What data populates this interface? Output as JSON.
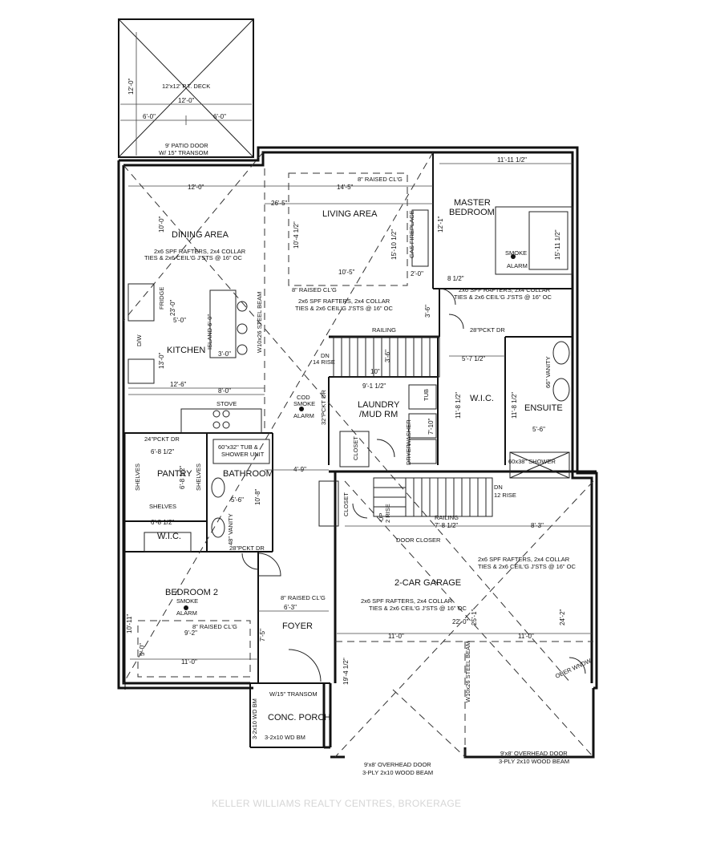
{
  "deck": {
    "label": "12'x12' P.T. DECK",
    "dims": [
      "12'-0\"",
      "12'-0\"",
      "6'-0\"",
      "6'-0\""
    ]
  },
  "patio_door": {
    "line1": "9' PATIO DOOR",
    "line2": "W/ 15\" TRANSOM"
  },
  "rooms": {
    "living": "LIVING AREA",
    "master_1": "MASTER",
    "master_2": "BEDROOM",
    "dining": "DINING AREA",
    "kitchen": "KITCHEN",
    "laundry_1": "LAUNDRY",
    "laundry_2": "/MUD RM",
    "wic": "W.I.C.",
    "ensuite": "ENSUITE",
    "pantry": "PANTRY",
    "bathroom": "BATHROOM",
    "wic2": "W.I.C.",
    "bedroom2": "BEDROOM 2",
    "foyer": "FOYER",
    "porch": "CONC. PORCH",
    "garage": "2-CAR GARAGE"
  },
  "notes": {
    "raised_clg_living_top": "8\" RAISED CL'G",
    "raised_clg_living_bottom": "8\" RAISED CL'G",
    "gas_fireplace": "GAS FIREPLACE",
    "rafters_a": "2x6 SPF RAFTERS, 2x4 COLLAR",
    "ties_a": "TIES & 2x6 CEIL'G J'STS @ 16\" OC",
    "rafters_b": "2x6 SPF RAFTERS, 2x4 COLLAR",
    "ties_b": "TIES & 2x6 CEIL'G J'STS @ 16\" OC",
    "rafters_c": "2x6 SPF RAFTERS, 2x4 COLLAR",
    "ties_c": "TIES & 2x6 CEIL'G J'STS @ 16\" OC",
    "rafters_d": "2x6 SPF RAFTERS, 2x4 COLLAR",
    "ties_d": "TIES & 2x6 CEIL'G J'STS @ 16\" OC",
    "smoke_master_1": "SMOKE",
    "smoke_master_2": "ALARM",
    "co_1": "COD",
    "co_2": "SMOKE",
    "co_3": "ALARM",
    "smoke_bed2_1": "SMOKE",
    "smoke_bed2_2": "ALARM",
    "steel_beam": "W10x26 STEEL BEAM",
    "steel_beam_garage": "W10x26 STEEL BEAM",
    "fridge": "FRIDGE",
    "dw": "D/W",
    "island": "ISLAND 6'-0\"",
    "stove": "STOVE",
    "railing_top": "RAILING",
    "dn_1": "DN",
    "rise_14": "14 RISE",
    "pckt_dr_28": "28\"PCKT DR",
    "vanity_66": "66\" VANITY",
    "shower": "60x38\" SHOWER",
    "tub": "TUB",
    "washer": "WASHER",
    "dryer": "DRYER",
    "closet_a": "CLOSET",
    "closet_b": "CLOSET",
    "pckt_dr_32": "32\"PCKT DR",
    "pckt_dr_24": "24\"PCKT DR",
    "tub_shower_1": "60\"x32\" TUB &",
    "tub_shower_2": "SHOWER UNIT",
    "shelves_left": "SHELVES",
    "shelves_right": "SHELVES",
    "shelves_bottom": "SHELVES",
    "vanity_48": "48\" VANITY",
    "pckt_dr_28b": "28\"PCKT DR",
    "dn_2": "DN",
    "rise_12": "12 RISE",
    "up_2": "UP",
    "rise_2": "2 RISE",
    "railing_bottom": "RAILING",
    "door_closer": "DOOR CLOSER",
    "raised_clg_foyer": "8\" RAISED CL'G",
    "raised_clg_bed2": "8\" RAISED CL'G",
    "transom": "W/15\" TRANSOM",
    "wd_bm_1": "3-2x10 WD BM",
    "wd_bm_2": "3-2x10 WD BM",
    "overhead_1a": "9'x8' OVERHEAD DOOR",
    "overhead_1b": "3-PLY 2x10 WOOD BEAM",
    "overhead_2a": "9'x8' OVERHEAD DOOR",
    "overhead_2b": "3-PLY 2x10 WOOD BEAM",
    "ober_window": "OBER WNDW"
  },
  "dimensions": {
    "living_w": "14'-5\"",
    "living_w2": "10'-5\"",
    "living_h": "10'-4 1/2\"",
    "living_h2": "15'-10 1/2\"",
    "overall_26": "26'-5\"",
    "dining_12": "12'-0\"",
    "dining_h": "10'-0\"",
    "kitchen_h": "13'-0\"",
    "k_23": "23'-0\"",
    "k_12_6": "12'-6\"",
    "k_5": "5'-0\"",
    "k_3": "3'-0\"",
    "k_8": "8'-0\"",
    "master_w": "11'-11 1/2\"",
    "master_h": "12'-1\"",
    "master_h2": "15'-11 1/2\"",
    "m_2": "2'-0\"",
    "m_8": "8 1/2\"",
    "m_3_6": "3'-6\"",
    "wic_w": "5'-7 1/2\"",
    "wic_h": "11'-8 1/2\"",
    "ens_h": "11'-8 1/2\"",
    "ens_w": "5'-6\"",
    "laundry_w": "9'-1 1/2\"",
    "laundry_h": "7'-10\"",
    "st_3_6": "3'-6\"",
    "st_10": "10\"",
    "pantry_w": "6'-8 1/2\"",
    "pantry_h": "6'-8 1/2\"",
    "wic2_w": "6'-8 1/2\"",
    "bath_w": "5'-6\"",
    "bath_h": "10'-8\"",
    "hall_4_9": "4'-9\"",
    "bed2_w": "11'-0\"",
    "bed2_w2": "9'-2\"",
    "bed2_h": "10'-11\"",
    "bed2_h2": "5'-0\"",
    "foyer_w": "6'-3\"",
    "foyer_h": "7'-5\"",
    "garage_w1": "11'-0\"",
    "garage_w2": "11'-0\"",
    "garage_22": "22'-0\"",
    "garage_h": "24'-2\"",
    "garage_h2": "25'-1\"",
    "garage_8_3": "8'-3\"",
    "garage_19": "19'-4 1/2\"",
    "rail_w": "7'-8 1/2\""
  },
  "watermark": "KELLER WILLIAMS REALTY CENTRES, BROKERAGE"
}
